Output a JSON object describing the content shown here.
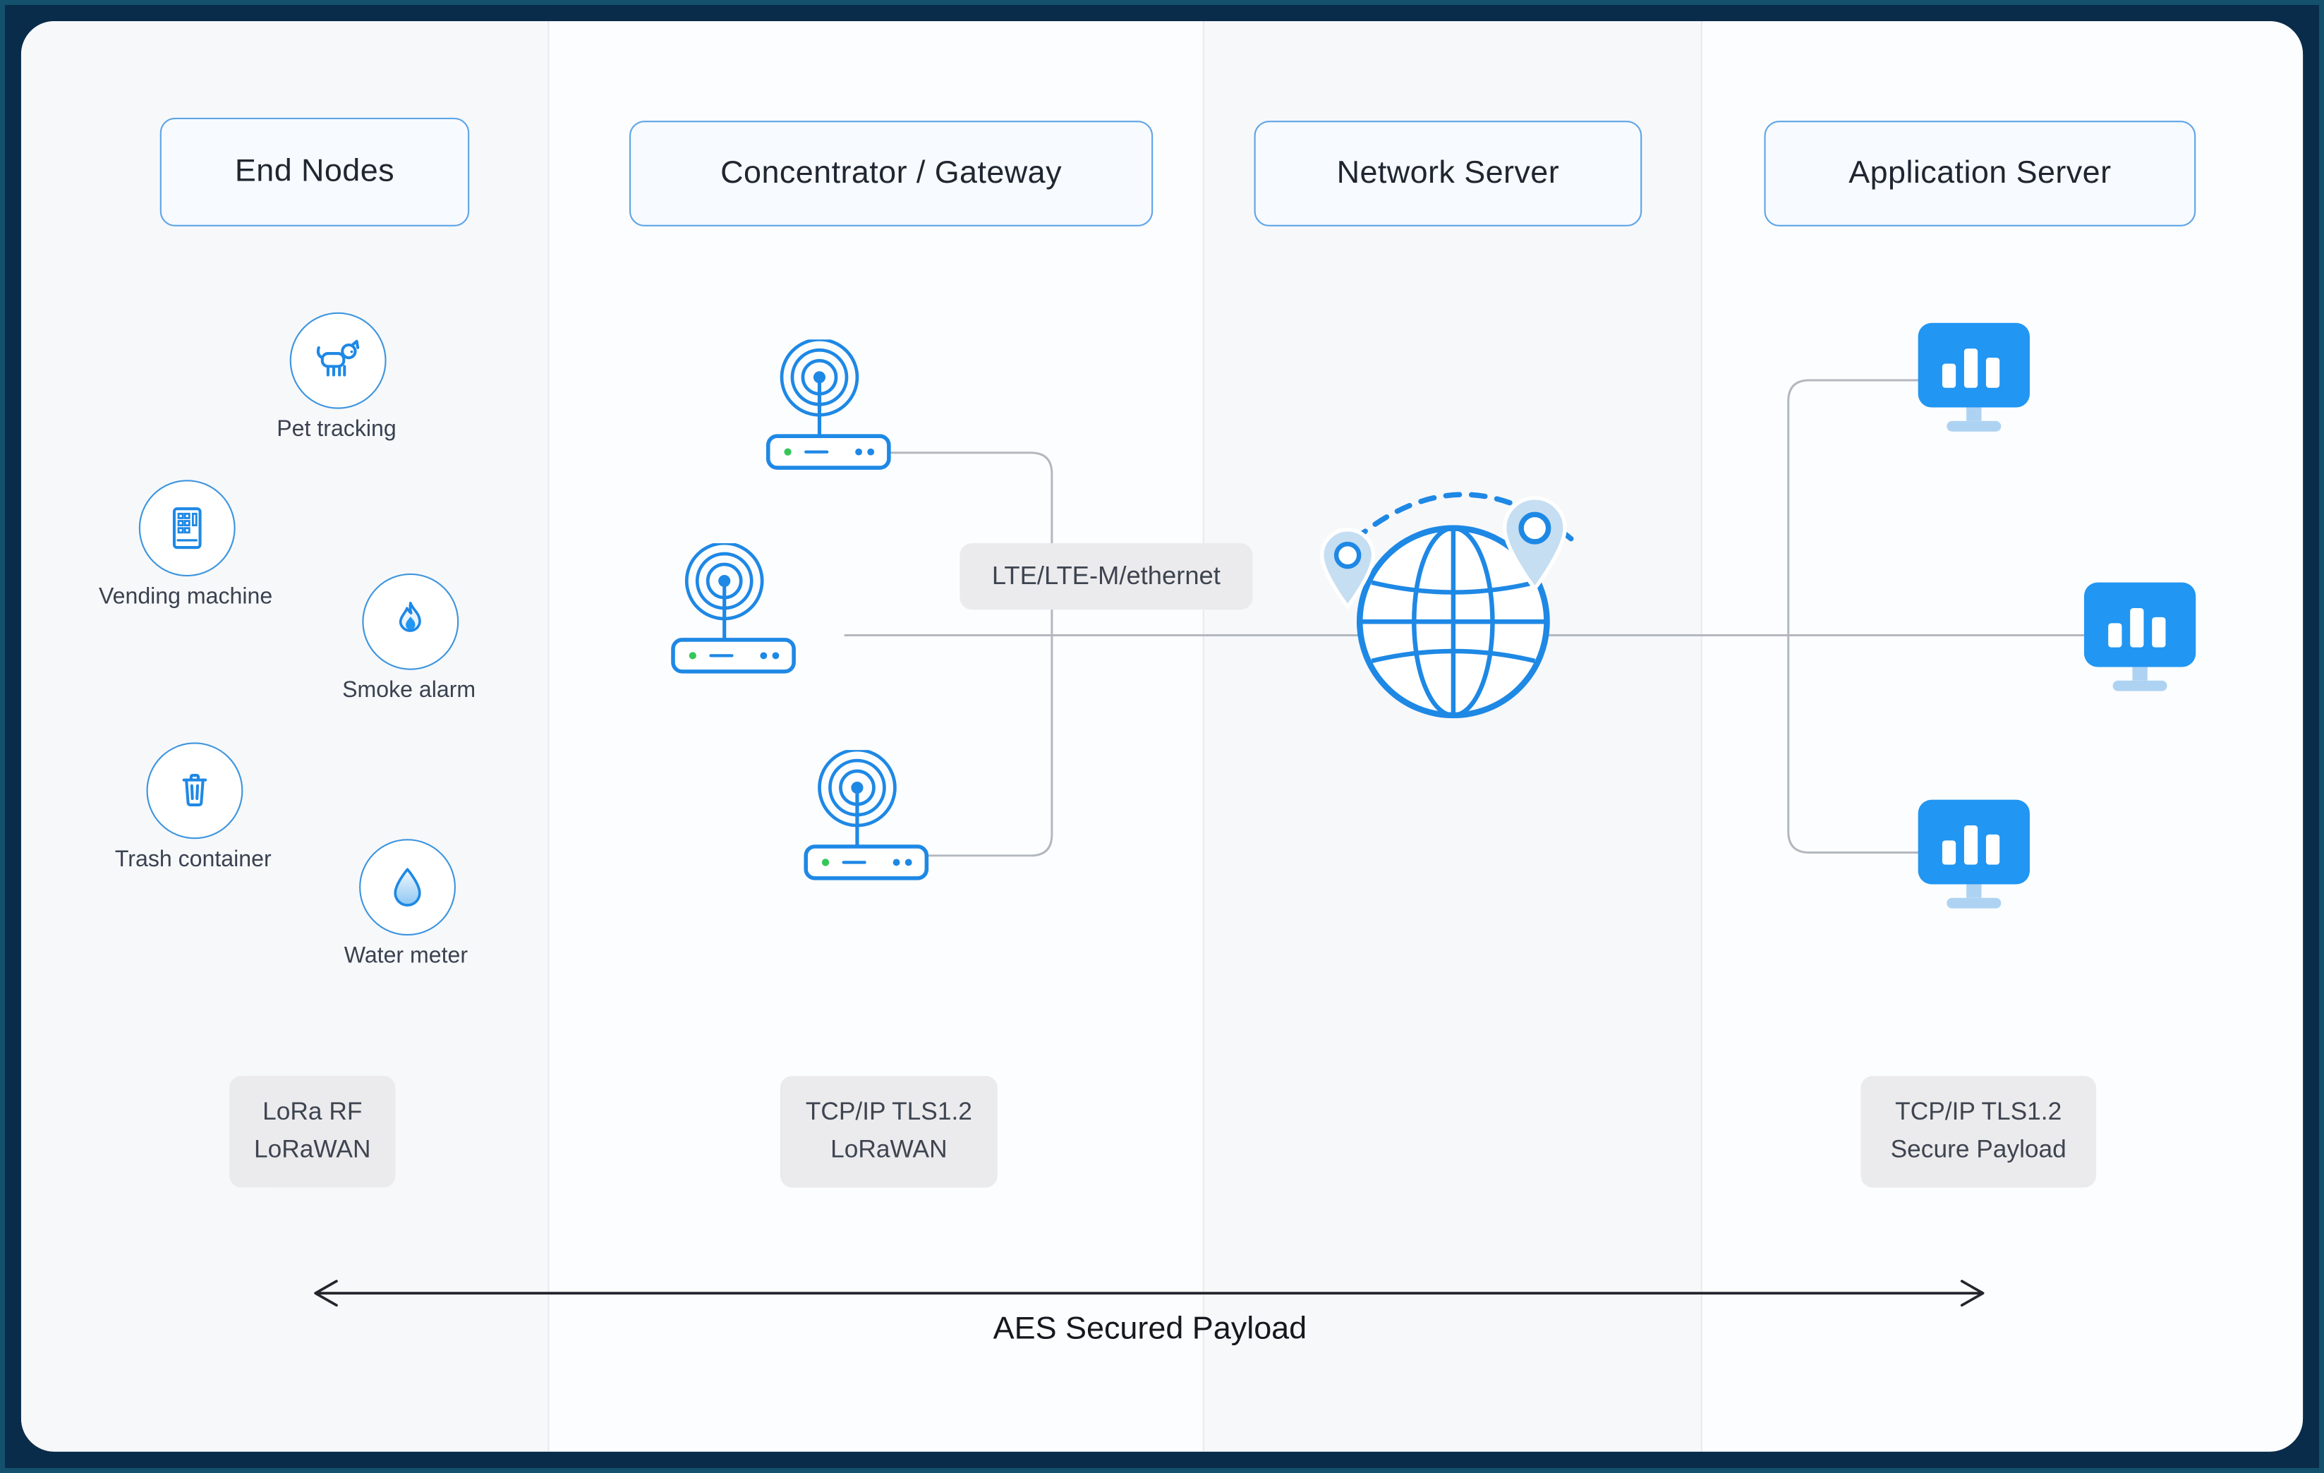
{
  "diagram": {
    "columns": [
      {
        "title": "End Nodes"
      },
      {
        "title": "Concentrator / Gateway"
      },
      {
        "title": "Network Server"
      },
      {
        "title": "Application Server"
      }
    ],
    "end_nodes": [
      {
        "label": "Pet tracking",
        "icon": "dog-icon"
      },
      {
        "label": "Vending machine",
        "icon": "vending-machine-icon"
      },
      {
        "label": "Smoke alarm",
        "icon": "flame-icon"
      },
      {
        "label": "Trash container",
        "icon": "trash-icon"
      },
      {
        "label": "Water meter",
        "icon": "water-drop-icon"
      }
    ],
    "gateways": {
      "icon": "wifi-router-icon"
    },
    "network_server": {
      "globe_icon": "globe-icon",
      "pin_icon": "map-pin-icon"
    },
    "application_server": {
      "monitor_icon": "monitor-bar-chart-icon"
    },
    "link_label": "LTE/LTE-M/ethernet",
    "protocol_boxes": [
      {
        "line1": "LoRa RF",
        "line2": "LoRaWAN"
      },
      {
        "line1": "TCP/IP TLS1.2",
        "line2": "LoRaWAN"
      },
      {
        "line1": "TCP/IP TLS1.2",
        "line2": "Secure Payload"
      }
    ],
    "arrow_label": "AES Secured Payload",
    "colors": {
      "accent": "#1e88e5",
      "icon_fill": "#2196f3",
      "monitor_stand": "#aed3f2",
      "pin_fill": "#c6def2",
      "connector": "#b3b8bf",
      "label_bg": "#ebebed",
      "header_border": "#5fa5e6",
      "header_bg": "#f7faff",
      "frame": "#0a2c4b"
    }
  }
}
